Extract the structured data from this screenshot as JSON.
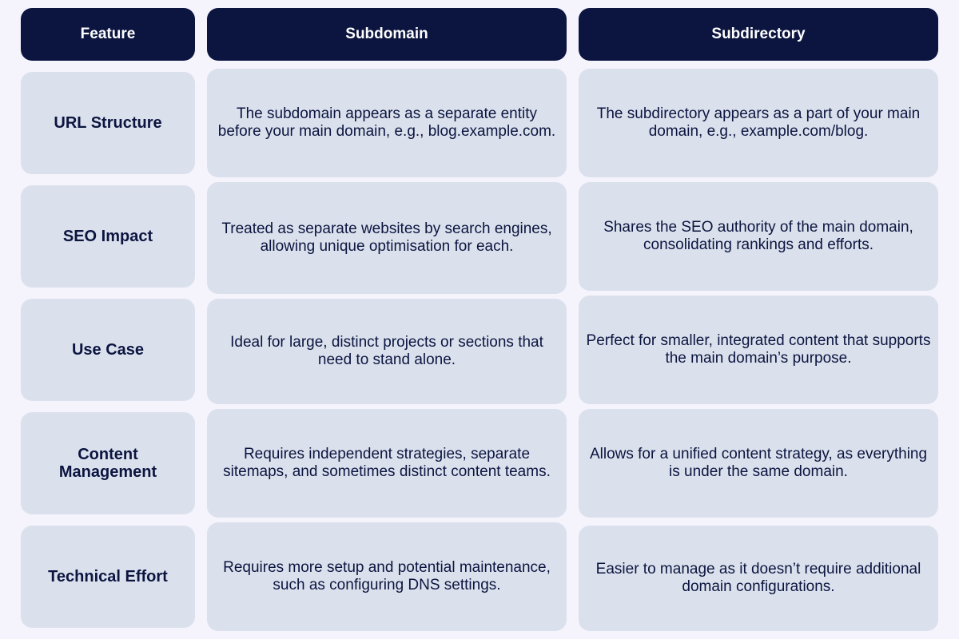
{
  "header": {
    "feature": "Feature",
    "subdomain": "Subdomain",
    "subdirectory": "Subdirectory"
  },
  "rows": [
    {
      "feature": "URL Structure",
      "subdomain": "The subdomain appears as a separate entity before your main domain, e.g., blog.example.com.",
      "subdirectory": "The subdirectory appears as a part of your main domain, e.g., example.com/blog."
    },
    {
      "feature": "SEO Impact",
      "subdomain": "Treated as separate websites by search engines, allowing unique optimisation for each.",
      "subdirectory": "Shares the SEO authority of the main domain, consolidating rankings and efforts."
    },
    {
      "feature": "Use Case",
      "subdomain": "Ideal for large, distinct projects or sections that need to stand alone.",
      "subdirectory": "Perfect for smaller, integrated content that supports the main domain’s purpose."
    },
    {
      "feature": "Content Management",
      "subdomain": "Requires independent strategies, separate sitemaps, and sometimes distinct content teams.",
      "subdirectory": "Allows for a unified content strategy, as everything is under the same domain."
    },
    {
      "feature": "Technical Effort",
      "subdomain": "Requires more setup and potential maintenance, such as configuring DNS settings.",
      "subdirectory": "Easier to manage as it doesn’t require additional domain configurations."
    }
  ]
}
